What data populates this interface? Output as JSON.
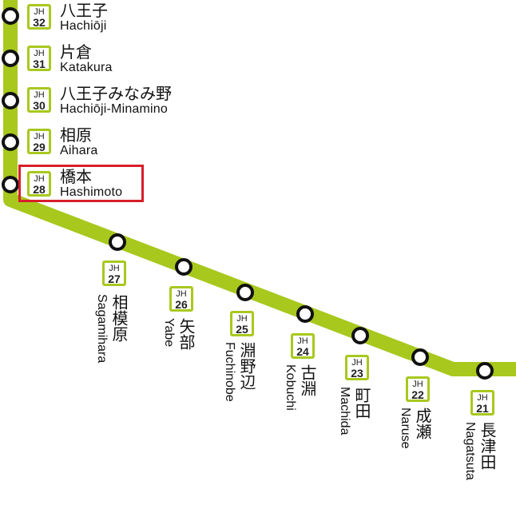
{
  "line_color": "#a8c81e",
  "highlight_color": "#d81e2a",
  "stations": [
    {
      "line": "JH",
      "number": "32",
      "name_ja": "八王子",
      "name_en": "Hachiōji",
      "highlighted": false
    },
    {
      "line": "JH",
      "number": "31",
      "name_ja": "片倉",
      "name_en": "Katakura",
      "highlighted": false
    },
    {
      "line": "JH",
      "number": "30",
      "name_ja": "八王子みなみ野",
      "name_en": "Hachiōji-Minamino",
      "highlighted": false
    },
    {
      "line": "JH",
      "number": "29",
      "name_ja": "相原",
      "name_en": "Aihara",
      "highlighted": false
    },
    {
      "line": "JH",
      "number": "28",
      "name_ja": "橋本",
      "name_en": "Hashimoto",
      "highlighted": true
    },
    {
      "line": "JH",
      "number": "27",
      "name_ja": "相模原",
      "name_en": "Sagamihara",
      "highlighted": false
    },
    {
      "line": "JH",
      "number": "26",
      "name_ja": "矢部",
      "name_en": "Yabe",
      "highlighted": false
    },
    {
      "line": "JH",
      "number": "25",
      "name_ja": "淵野辺",
      "name_en": "Fuchinobe",
      "highlighted": false
    },
    {
      "line": "JH",
      "number": "24",
      "name_ja": "古淵",
      "name_en": "Kobuchi",
      "highlighted": false
    },
    {
      "line": "JH",
      "number": "23",
      "name_ja": "町田",
      "name_en": "Machida",
      "highlighted": false
    },
    {
      "line": "JH",
      "number": "22",
      "name_ja": "成瀬",
      "name_en": "Naruse",
      "highlighted": false
    },
    {
      "line": "JH",
      "number": "21",
      "name_ja": "長津田",
      "name_en": "Nagatsuta",
      "highlighted": false
    }
  ]
}
